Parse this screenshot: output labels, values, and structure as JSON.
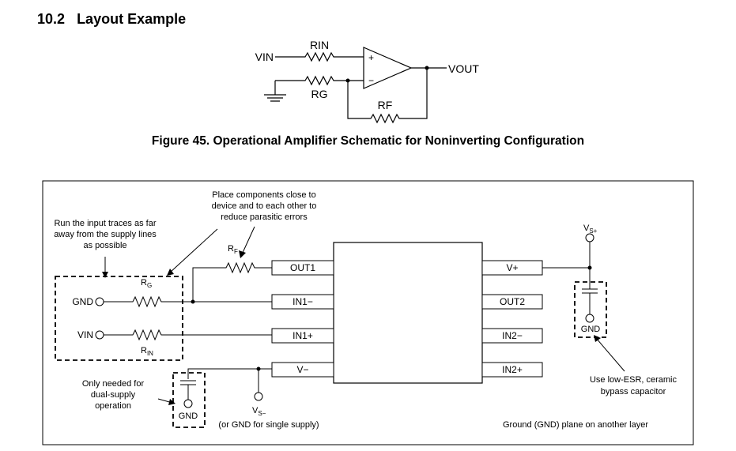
{
  "section": {
    "number": "10.2",
    "title": "Layout Example"
  },
  "schematic": {
    "vin": "VIN",
    "vout": "VOUT",
    "rin": "RIN",
    "rg": "RG",
    "rf": "RF",
    "plus": "+",
    "minus": "−"
  },
  "figure_caption": "Figure 45.  Operational Amplifier Schematic for Noninverting Configuration",
  "layout": {
    "pins_left": [
      "OUT1",
      "IN1−",
      "IN1+",
      "V−"
    ],
    "pins_right": [
      "V+",
      "OUT2",
      "IN2−",
      "IN2+"
    ],
    "callout_placement": "Place components close to device and to each other to reduce parasitic errors",
    "callout_placement_lines": [
      "Place components close to",
      "device and to each other to",
      "reduce parasitic errors"
    ],
    "callout_traces_lines": [
      "Run the input traces as far",
      "away from the supply lines",
      "as possible"
    ],
    "callout_dual_lines": [
      "Only needed for",
      "dual-supply",
      "operation"
    ],
    "callout_bypass_lines": [
      "Use low-ESR, ceramic",
      "bypass capacitor"
    ],
    "rf_label": {
      "main": "R",
      "sub": "F"
    },
    "rg_label": {
      "main": "R",
      "sub": "G"
    },
    "rin_label": {
      "main": "R",
      "sub": "IN"
    },
    "vs_plus_label": {
      "main": "V",
      "sub": "S+"
    },
    "vs_minus_label": {
      "main": "V",
      "sub": "S−"
    },
    "gnd": "GND",
    "vin": "VIN",
    "single_supply_note": "(or GND for single supply)",
    "ground_plane_note": "Ground  (GND) plane on another layer"
  }
}
